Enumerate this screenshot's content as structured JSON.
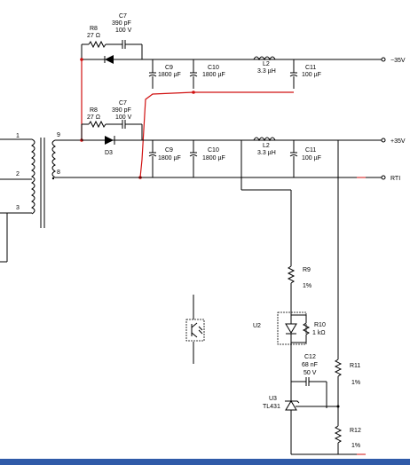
{
  "labels": {
    "r8_top": "R8",
    "r8_top_val": "27 Ω",
    "c7_top": "C7",
    "c7_top_val": "390 pF",
    "c7_top_v": "100 V",
    "r8_mid": "R8",
    "r8_mid_val": "27 Ω",
    "c7_mid": "C7",
    "c7_mid_val": "390 pF",
    "c7_mid_v": "100 V",
    "d3": "D3",
    "c9_top": "C9",
    "c9_top_val": "1800 µF",
    "c10_top": "C10",
    "c10_top_val": "1800 µF",
    "l2_top": "L2",
    "l2_top_val": "3.3 µH",
    "c11_top": "C11",
    "c11_top_val": "100 µF",
    "c9_mid": "C9",
    "c9_mid_val": "1800 µF",
    "c10_mid": "C10",
    "c10_mid_val": "1800 µF",
    "l2_mid": "L2",
    "l2_mid_val": "3.3 µH",
    "c11_mid": "C11",
    "c11_mid_val": "100 µF",
    "neg35": "−35V",
    "pos35": "+35V",
    "rtn": "RTI",
    "pin1": "1",
    "pin2": "2",
    "pin3": "3",
    "pin9": "9",
    "pin8": "8",
    "r9": "R9",
    "r9_tol": "1%",
    "u2": "U2",
    "r10": "R10",
    "r10_val": "1 kΩ",
    "c12": "C12",
    "c12_val": "68 nF",
    "c12_v": "50 V",
    "u3": "U3",
    "u3_part": "TL431",
    "r11": "R11",
    "r11_tol": "1%",
    "r12": "R12",
    "r12_tol": "1%"
  },
  "colors": {
    "wire": "#000000",
    "highlight": "#d01010",
    "footer_bar": "#2f5aa8"
  }
}
